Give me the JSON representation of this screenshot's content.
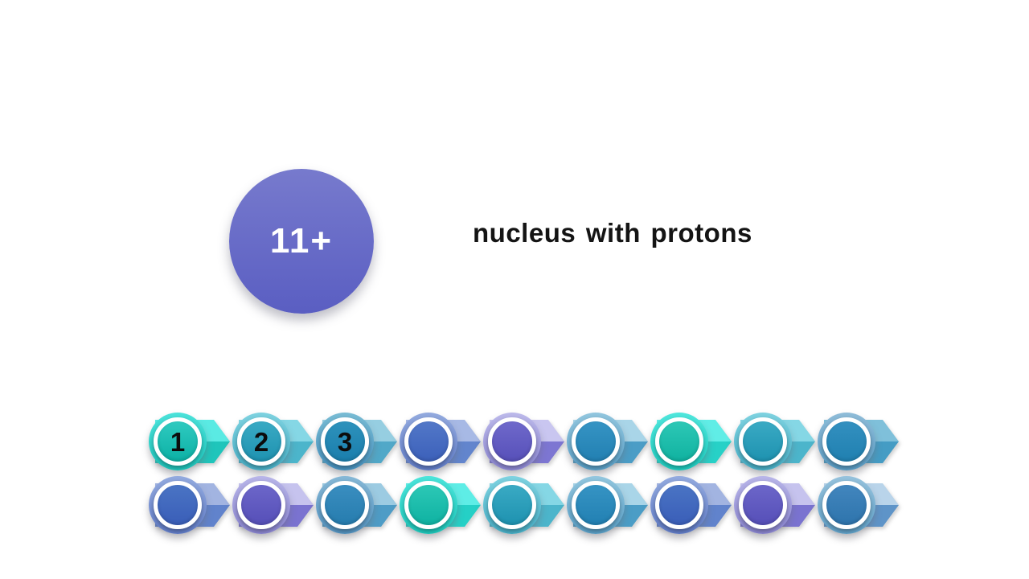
{
  "page": {
    "background": "#ffffff"
  },
  "nucleus": {
    "label": "11+",
    "color_top": "#777acd",
    "color_bottom": "#5a5ec2",
    "text_color": "#ffffff"
  },
  "caption": {
    "text": "nucleus with protons",
    "color": "#141414"
  },
  "proton_rows": [
    {
      "items": [
        {
          "number": "1",
          "ring": [
            "#4be2da",
            "#1ec7bd"
          ],
          "inner": [
            "#2fcac0",
            "#0cb1a5"
          ],
          "arrow": [
            "#5aeae3",
            "#1fc5bb"
          ]
        },
        {
          "number": "2",
          "ring": [
            "#7ed2e0",
            "#49b2ca"
          ],
          "inner": [
            "#3aaac4",
            "#1e92b0"
          ],
          "arrow": [
            "#85d7e5",
            "#4cb5cb"
          ]
        },
        {
          "number": "3",
          "ring": [
            "#79bcd4",
            "#4894c2"
          ],
          "inner": [
            "#2e92bc",
            "#1a7eac"
          ],
          "arrow": [
            "#96cee1",
            "#51a8c8"
          ]
        },
        {
          "number": "",
          "ring": [
            "#93aade",
            "#637fcc"
          ],
          "inner": [
            "#5278c8",
            "#3c60ba"
          ],
          "arrow": [
            "#a7b9e5",
            "#6285cd"
          ]
        },
        {
          "number": "",
          "ring": [
            "#bcb9ea",
            "#8e89d6"
          ],
          "inner": [
            "#6f69cb",
            "#5750b9"
          ],
          "arrow": [
            "#c9c6f0",
            "#7d76d2"
          ]
        },
        {
          "number": "",
          "ring": [
            "#92c6de",
            "#5ba2ca"
          ],
          "inner": [
            "#3694c4",
            "#2280b2"
          ],
          "arrow": [
            "#a9d5e8",
            "#4b9dc6"
          ]
        },
        {
          "number": "",
          "ring": [
            "#4fe6dc",
            "#1fcfc2"
          ],
          "inner": [
            "#2dc8b6",
            "#10b2a0"
          ],
          "arrow": [
            "#60ede6",
            "#27d1c7"
          ]
        },
        {
          "number": "",
          "ring": [
            "#7ed2e0",
            "#49b2ca"
          ],
          "inner": [
            "#3aaac4",
            "#1e92b0"
          ],
          "arrow": [
            "#85d7e5",
            "#4cb5cb"
          ]
        },
        {
          "number": "",
          "ring": [
            "#8fbcd8",
            "#5b9fc8"
          ],
          "inner": [
            "#3390c0",
            "#2080b0"
          ],
          "arrow": [
            "#7fc0da",
            "#459cc4"
          ]
        }
      ]
    },
    {
      "items": [
        {
          "number": "",
          "ring": [
            "#93aade",
            "#637fcc"
          ],
          "inner": [
            "#4a74c4",
            "#3a5eb8"
          ],
          "arrow": [
            "#a2b4e1",
            "#6183cc"
          ]
        },
        {
          "number": "",
          "ring": [
            "#b8b5e8",
            "#8c87d4"
          ],
          "inner": [
            "#6c66c9",
            "#564fb8"
          ],
          "arrow": [
            "#c6c3ee",
            "#7a73d0"
          ]
        },
        {
          "number": "",
          "ring": [
            "#86b8d6",
            "#5596c4"
          ],
          "inner": [
            "#3a8ec0",
            "#267cae"
          ],
          "arrow": [
            "#9ccbe2",
            "#4e9cc6"
          ]
        },
        {
          "number": "",
          "ring": [
            "#4be4da",
            "#1ecdc0"
          ],
          "inner": [
            "#2cc8b6",
            "#0fb2a2"
          ],
          "arrow": [
            "#5eede6",
            "#25d0c6"
          ]
        },
        {
          "number": "",
          "ring": [
            "#7ed2e0",
            "#49b2ca"
          ],
          "inner": [
            "#3aaac4",
            "#1e92b0"
          ],
          "arrow": [
            "#85d7e5",
            "#4cb5cb"
          ]
        },
        {
          "number": "",
          "ring": [
            "#92c6de",
            "#5ba2ca"
          ],
          "inner": [
            "#3694c4",
            "#2280b2"
          ],
          "arrow": [
            "#a9d5e8",
            "#4b9dc6"
          ]
        },
        {
          "number": "",
          "ring": [
            "#93aade",
            "#637fcc"
          ],
          "inner": [
            "#4a74c4",
            "#3a5eb8"
          ],
          "arrow": [
            "#a2b4e1",
            "#6183cc"
          ]
        },
        {
          "number": "",
          "ring": [
            "#b8b5e8",
            "#8c87d4"
          ],
          "inner": [
            "#6c66c9",
            "#564fb8"
          ],
          "arrow": [
            "#c6c3ee",
            "#7a73d0"
          ]
        },
        {
          "number": "",
          "ring": [
            "#96c2dc",
            "#62a4cc"
          ],
          "inner": [
            "#4286be",
            "#2e74ac"
          ],
          "arrow": [
            "#b9d4ea",
            "#5e94c8"
          ]
        }
      ]
    }
  ]
}
